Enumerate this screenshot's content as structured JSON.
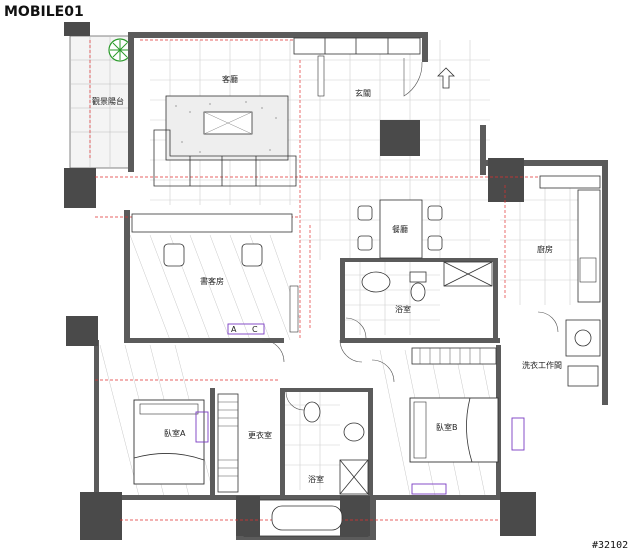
{
  "logo": {
    "text": "MOBILE01"
  },
  "watermark": {
    "id": "#32102"
  },
  "rooms": {
    "living_room": "客廳",
    "entrance": "玄關",
    "balcony": "觀景陽台",
    "dining": "餐廳",
    "kitchen": "廚房",
    "guest_room": "書客房",
    "bath_main": "浴室",
    "bath_second": "浴室",
    "utility": "洗衣工作間",
    "bedroom_a": "臥室A",
    "bedroom_b": "臥室B",
    "closet": "更衣室"
  },
  "labels": {
    "door_a": "A",
    "door_c": "C"
  }
}
